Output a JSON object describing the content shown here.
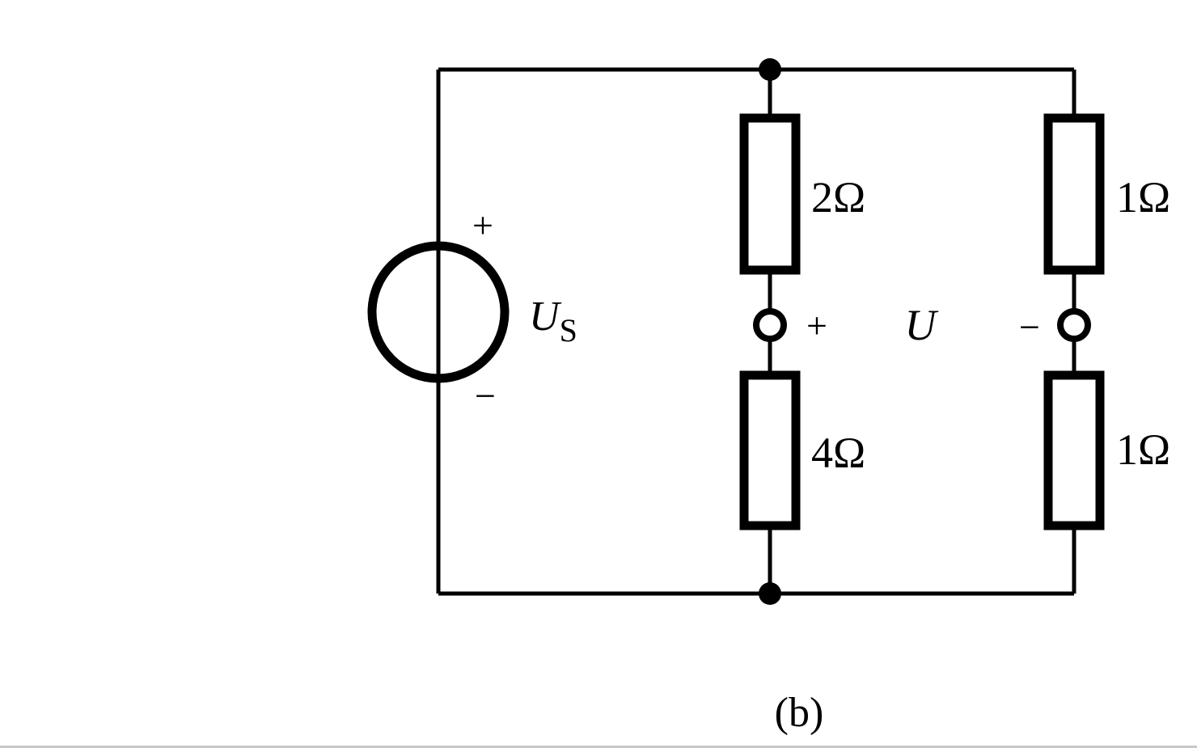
{
  "diagram": {
    "caption": "(b)",
    "source": {
      "symbol": "U",
      "subscript": "S",
      "plus_sign": "+",
      "minus_sign": "−"
    },
    "resistors": {
      "top_middle": "2Ω",
      "bottom_middle": "4Ω",
      "top_right": "1Ω",
      "bottom_right": "1Ω"
    },
    "output_voltage": {
      "symbol": "U",
      "plus_sign": "+",
      "minus_sign": "−"
    }
  }
}
